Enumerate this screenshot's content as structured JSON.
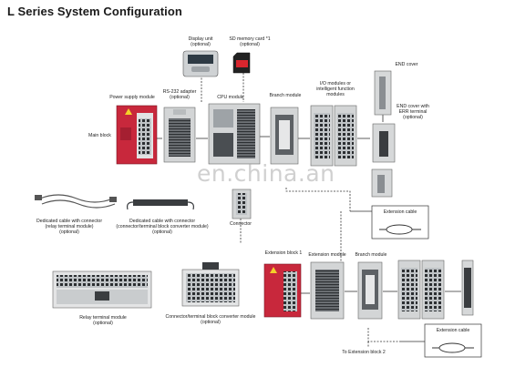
{
  "title": "L Series System Configuration",
  "watermark": "en.china.an",
  "labels": {
    "display_unit": "Display unit\n(optional)",
    "sd_card": "SD memory card *1\n(optional)",
    "end_cover": "END cover",
    "power_supply": "Power supply module",
    "rs232": "RS-232 adapter\n(optional)",
    "cpu": "CPU module",
    "branch": "Branch module",
    "io_modules": "I/O modules or\nintelligent function\nmodules",
    "end_cover_err": "END cover with\nERR terminal\n(optional)",
    "main_block": "Main block",
    "cable_relay": "Dedicated cable with connector\n(relay terminal module)\n(optional)",
    "cable_conv": "Dedicated cable with connector\n(connector/terminal block converter module)\n(optional)",
    "connector": "Connector",
    "ext_cable_1": "Extension cable",
    "ext_block_1": "Extension block 1",
    "ext_module": "Extension module",
    "branch_2": "Branch module",
    "relay_terminal": "Relay terminal module\n(optional)",
    "conv_module": "Connector/terminal block converter module\n(optional)",
    "ext_cable_2": "Extension cable",
    "to_ext_block_2": "To Extension block 2"
  },
  "colors": {
    "power_red": "#c8283c",
    "module_grey": "#d3d5d6",
    "dark": "#3a3d40",
    "line": "#333333"
  }
}
